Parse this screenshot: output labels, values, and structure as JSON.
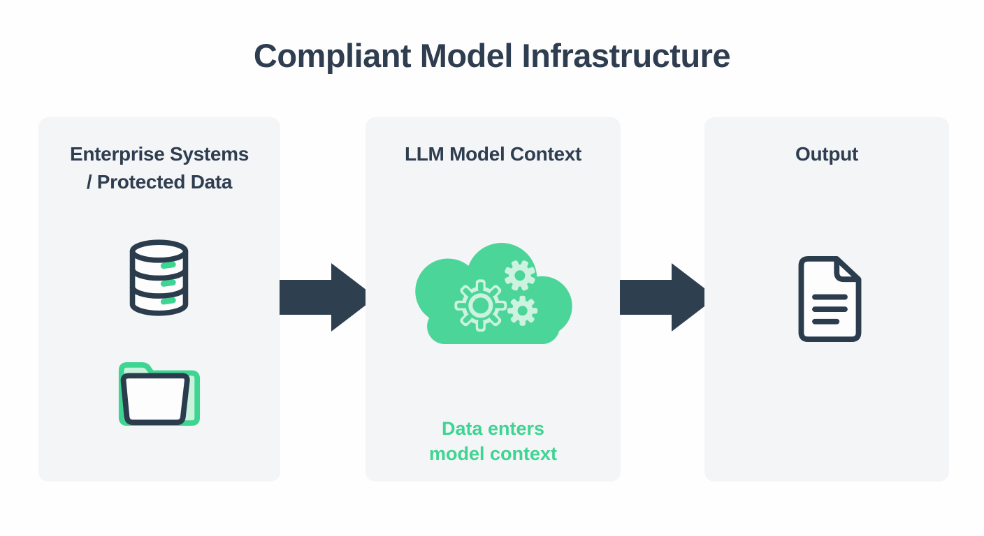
{
  "page_title": "Compliant Model Infrastructure",
  "colors": {
    "dark_slate": "#2e3d4f",
    "accent_green": "#3ed492",
    "cloud_green": "#4cd598",
    "light_green": "#cdf2e0",
    "panel_background": "#f4f5f7",
    "page_background": "#fefefe"
  },
  "panels": [
    {
      "name": "enterprise-systems",
      "title_lines": [
        "Enterprise Systems",
        "/ Protected Data"
      ],
      "icons": [
        "database-icon",
        "folder-icon"
      ]
    },
    {
      "name": "llm-model-context",
      "title_lines": [
        "LLM Model Context"
      ],
      "icons": [
        "cloud-gears-icon"
      ],
      "caption_lines": [
        "Data enters",
        "model context"
      ]
    },
    {
      "name": "output",
      "title_lines": [
        "Output"
      ],
      "icons": [
        "document-icon"
      ]
    }
  ],
  "arrows": [
    "flow-arrow-1",
    "flow-arrow-2"
  ]
}
